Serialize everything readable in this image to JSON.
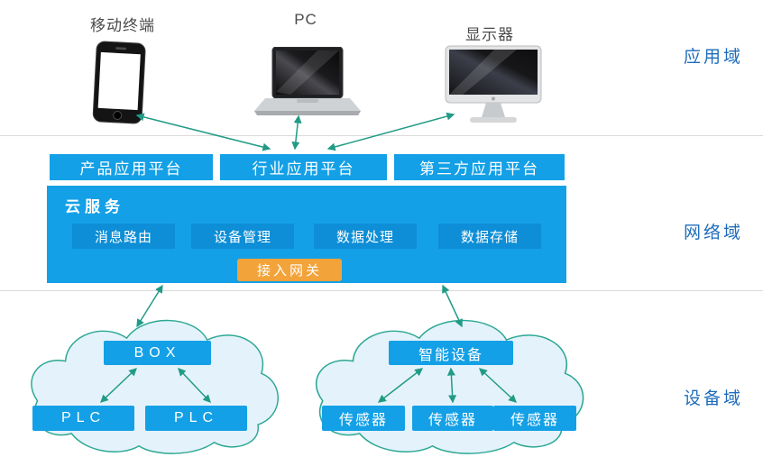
{
  "domains": {
    "application": {
      "label": "应用域"
    },
    "network": {
      "label": "网络域"
    },
    "device": {
      "label": "设备域"
    }
  },
  "terminals": {
    "mobile": {
      "label": "移动终端"
    },
    "pc": {
      "label": "PC"
    },
    "monitor": {
      "label": "显示器"
    }
  },
  "platforms": [
    {
      "label": "产品应用平台"
    },
    {
      "label": "行业应用平台"
    },
    {
      "label": "第三方应用平台"
    }
  ],
  "cloud_service": {
    "title": "云服务",
    "modules": [
      {
        "label": "消息路由"
      },
      {
        "label": "设备管理"
      },
      {
        "label": "数据处理"
      },
      {
        "label": "数据存储"
      }
    ],
    "gateway": {
      "label": "接入网关"
    }
  },
  "device_clusters": {
    "left": {
      "head": "BOX",
      "children": [
        "PLC",
        "PLC"
      ]
    },
    "right": {
      "head": "智能设备",
      "children": [
        "传感器",
        "传感器",
        "传感器"
      ]
    }
  },
  "colors": {
    "primary_blue": "#14a0e6",
    "module_blue": "#0d8ed6",
    "gateway_orange": "#f2a33a",
    "arrow_teal": "#219b85",
    "cloud_fill": "#e4f2fb",
    "cloud_stroke": "#2ca893",
    "domain_label_blue": "#1e6cbb",
    "separator_gray": "#dadada",
    "device_label_gray": "#4b4b4b"
  }
}
